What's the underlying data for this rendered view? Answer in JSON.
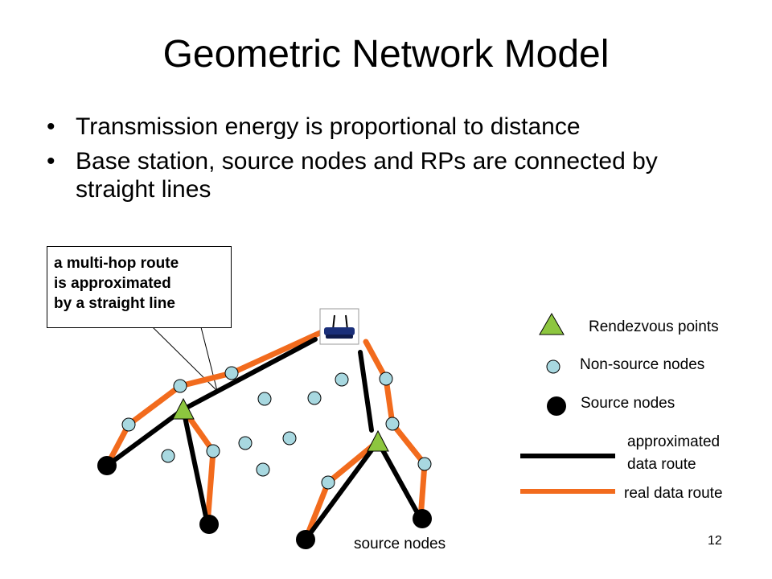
{
  "slide": {
    "title": "Geometric Network Model",
    "bullets": [
      "Transmission energy is proportional to distance",
      "Base station, source nodes and RPs are connected by straight lines"
    ],
    "bullet_glyph": "•",
    "callout_lines": [
      "a multi-hop route",
      "is approximated",
      "by a straight line"
    ],
    "legend": {
      "rendezvous": "Rendezvous points",
      "non_source": "Non-source nodes",
      "source": "Source nodes",
      "approx_line1": "approximated",
      "approx_line2": "data route",
      "real": "real data route"
    },
    "source_nodes_label": "source nodes",
    "page_number": "12"
  },
  "colors": {
    "real_route": "#f26b1d",
    "approx_route": "#000000",
    "rendezvous_fill": "#8dc63f",
    "non_source_fill": "#a8d8e0",
    "source_fill": "#000000"
  },
  "icons": {
    "base_station": "wireless-router-icon"
  }
}
